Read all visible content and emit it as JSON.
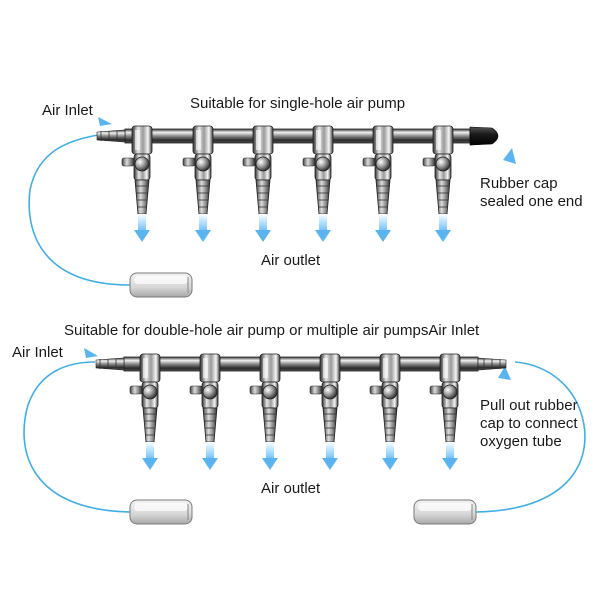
{
  "panel_top": {
    "heading": "Suitable for single-hole air pump",
    "air_inlet": "Air Inlet",
    "air_outlet": "Air outlet",
    "rubber_cap": "Rubber cap sealed one end"
  },
  "panel_bottom": {
    "heading": "Suitable for double-hole air pump or multiple air pumpsAir Inlet",
    "air_inlet": "Air Inlet",
    "air_outlet": "Air outlet",
    "pull_out_note": "Pull out rubber cap to connect oxygen tube"
  },
  "colors": {
    "tube": "#41aee6",
    "arrow": "#5ab4f0",
    "steel_dark": "#2a2a2a",
    "steel_light": "#e8e8e8",
    "cap": "#1c1c1c",
    "text": "#1a1a1a"
  },
  "outlet_count": 6
}
